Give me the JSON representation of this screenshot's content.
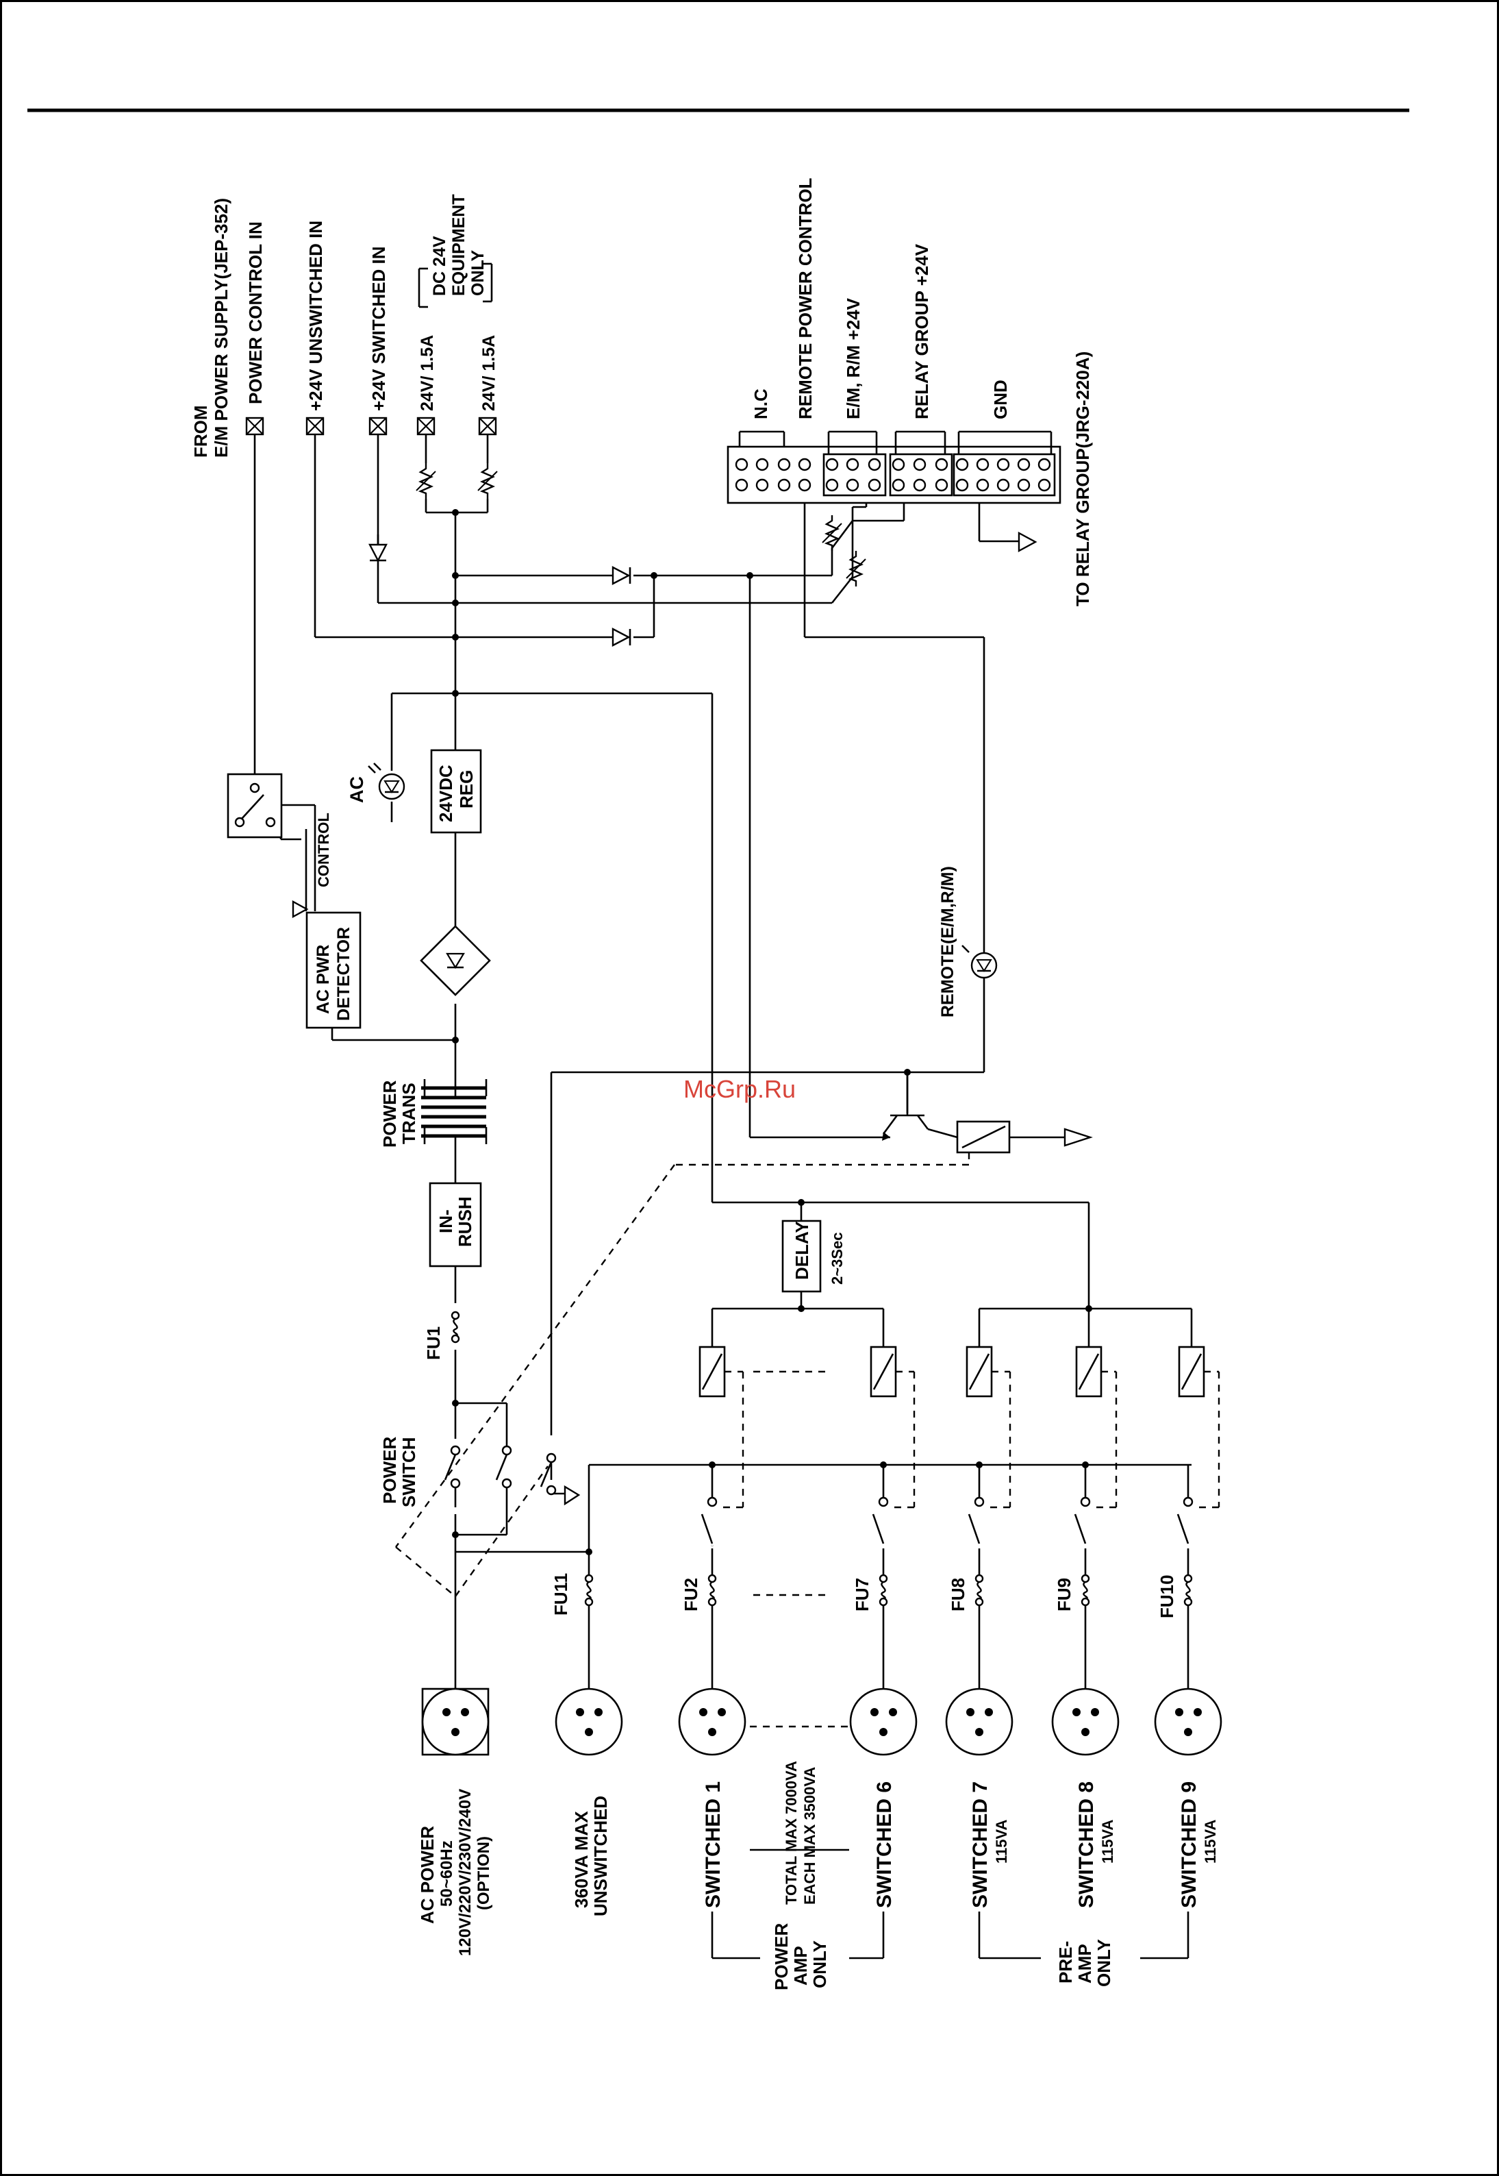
{
  "watermark": "McGrp.Ru",
  "from": {
    "line1": "FROM",
    "line2": "E/M POWER SUPPLY(JEP-352)"
  },
  "inputs": {
    "power_control_in": "POWER CONTROL IN",
    "unswitched_24v_in": "+24V UNSWITCHED IN",
    "switched_24v_in": "+24V SWITCHED IN",
    "out_a": "24V/ 1.5A",
    "out_b": "24V/ 1.5A",
    "dc_note_1": "DC 24V",
    "dc_note_2": "EQUIPMENT",
    "dc_note_3": "ONLY"
  },
  "connector": {
    "nc": "N.C",
    "remote_power_control": "REMOTE POWER CONTROL",
    "em_rm_24v": "E/M, R/M +24V",
    "relay_group_24v": "RELAY GROUP +24V",
    "gnd": "GND",
    "to_relay_group": "TO RELAY GROUP(JRG-220A)"
  },
  "blocks": {
    "ac_label": "AC",
    "reg_1": "24VDC",
    "reg_2": "REG",
    "control_label": "CONTROL",
    "detector_1": "AC PWR",
    "detector_2": "DETECTOR",
    "remote_label": "REMOTE(E/M,R/M)",
    "power_trans_1": "POWER",
    "power_trans_2": "TRANS",
    "inrush_1": "IN-",
    "inrush_2": "RUSH",
    "delay": "DELAY",
    "delay_time": "2~3Sec"
  },
  "fuses": {
    "fu1": "FU1",
    "fu11": "FU11",
    "fu2": "FU2",
    "fu7": "FU7",
    "fu8": "FU8",
    "fu9": "FU9",
    "fu10": "FU10"
  },
  "switch": {
    "line1": "POWER",
    "line2": "SWITCH"
  },
  "outlets": {
    "ac_power_1": "AC POWER",
    "ac_power_2": "50~60Hz",
    "ac_power_3": "120V/220V/230V/240V",
    "ac_power_4": "(OPTION)",
    "unsw_1": "360VA MAX",
    "unsw_2": "UNSWITCHED",
    "sw1": "SWITCHED 1",
    "total_max": "TOTAL MAX 7000VA",
    "each_max": "EACH MAX 3500VA",
    "sw6": "SWITCHED 6",
    "sw7": "SWITCHED 7",
    "sw7_rating": "115VA",
    "sw8": "SWITCHED 8",
    "sw8_rating": "115VA",
    "sw9": "SWITCHED 9",
    "sw9_rating": "115VA",
    "power_amp_1": "POWER",
    "power_amp_2": "AMP",
    "power_amp_3": "ONLY",
    "pre_amp_1": "PRE-",
    "pre_amp_2": "AMP",
    "pre_amp_3": "ONLY"
  }
}
